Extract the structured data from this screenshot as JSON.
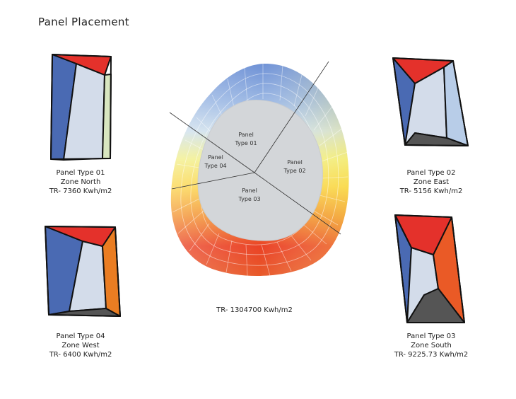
{
  "title": "Panel Placement",
  "total": "TR- 1304700 Kwh/m2",
  "panels": [
    {
      "type": "Panel Type 01",
      "zone": "Zone North",
      "tr": "TR- 7360 Kwh/m2"
    },
    {
      "type": "Panel Type 02",
      "zone": "Zone East",
      "tr": "TR- 5156 Kwh/m2"
    },
    {
      "type": "Panel Type 04",
      "zone": "Zone West",
      "tr": "TR- 6400 Kwh/m2"
    },
    {
      "type": "Panel Type 03",
      "zone": "Zone South",
      "tr": "TR- 9225.73 Kwh/m2"
    }
  ],
  "center_labels": {
    "type01": [
      "Panel",
      "Type 01"
    ],
    "type02": [
      "Panel",
      "Type 02"
    ],
    "type03": [
      "Panel",
      "Type 03"
    ],
    "type04": [
      "Panel",
      "Type 04"
    ]
  },
  "colors": {
    "blue": "#4a6ab3",
    "red": "#e4312b",
    "orange": "#ea7d22",
    "light_blue": "#b8cde8",
    "pale": "#d3dcea",
    "dark_gray": "#555555",
    "pale_green": "#d8e6c0",
    "center_gray": "#d3d6d9"
  }
}
